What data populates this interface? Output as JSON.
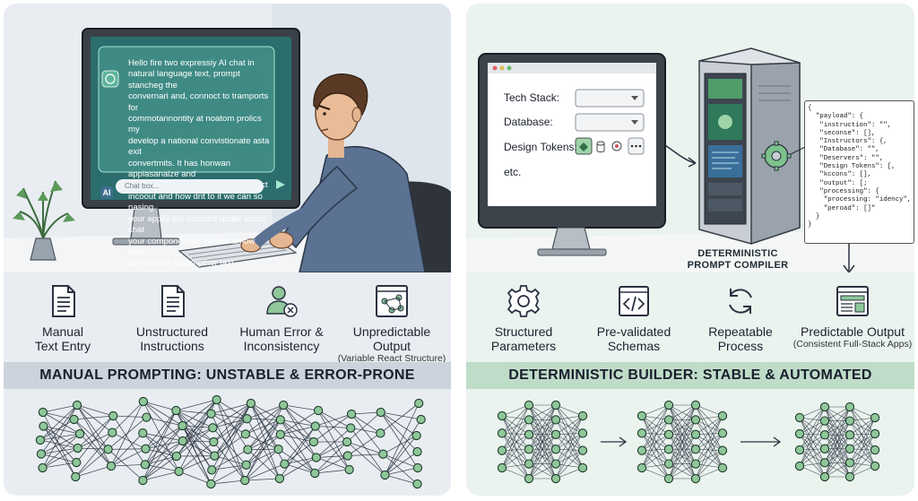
{
  "left": {
    "chat_text": "Hello fire two expressiy AI chat in\nnatural language text, prompt stancheg the\nconvernari and, connoct to tramports for\ncommotannontity at noatom prolics my\ndevelop a national convistionate asta exit\nconvertmits. It has honwan appiasanaize and\nconversation is convertate to contact\nincoout and how drit to it we can so nasing\nyour applly out connunt under stood, chat\nyour componennus cannot amow your\nconversion aesumpthor taxt.",
    "chat_placeholder": "Chat box...",
    "ai_label": "AI",
    "features": [
      {
        "label_1": "Manual",
        "label_2": "Text Entry",
        "sub": "",
        "icon": "document-icon"
      },
      {
        "label_1": "Unstructured",
        "label_2": "Instructions",
        "sub": "",
        "icon": "document-icon"
      },
      {
        "label_1": "Human Error &",
        "label_2": "Inconsistency",
        "sub": "",
        "icon": "user-error-icon"
      },
      {
        "label_1": "Unpredictable Output",
        "label_2": "",
        "sub": "(Variable React Structure)",
        "icon": "flowchart-icon"
      }
    ],
    "banner": "MANUAL PROMPTING: UNSTABLE & ERROR-PRONE"
  },
  "right": {
    "form": {
      "tech_stack": "Tech Stack:",
      "database": "Database:",
      "design_tokens": "Design Tokens:",
      "etc": "etc."
    },
    "json_text": "{\n  \"payload\": {\n   \"instruction\": \"\",\n   \"seconse\": [],\n   \"Instructors\": {,\n   \"Database\": \"\",\n   \"Deservers\": \"\",\n   \"Design Tokens\": [,\n   \"kccons\": [],\n   \"output\": [;\n   \"processing\": {\n    \"processing: \"idency\",\n    \"peroad\": []\"\n  }\n}",
    "compiler_label_1": "DETERMINISTIC",
    "compiler_label_2": "PROMPT COMPILER",
    "features": [
      {
        "label_1": "Structured",
        "label_2": "Parameters",
        "sub": "",
        "icon": "gear-icon"
      },
      {
        "label_1": "Pre-validated",
        "label_2": "Schemas",
        "sub": "",
        "icon": "code-icon"
      },
      {
        "label_1": "Repeatable",
        "label_2": "Process",
        "sub": "",
        "icon": "refresh-icon"
      },
      {
        "label_1": "Predictable Output",
        "label_2": "",
        "sub": "(Consistent Full-Stack Apps)",
        "icon": "layout-icon"
      }
    ],
    "banner": "DETERMINISTIC BUILDER: STABLE & AUTOMATED"
  },
  "colors": {
    "left_bg": "#e9edf2",
    "right_bg": "#eaf3ee",
    "left_banner": "#ccd3dc",
    "right_banner": "#bfdcc8",
    "node_green": "#8fc79a",
    "node_outline": "#1e3a2a",
    "screen_teal": "#2f7a78"
  }
}
